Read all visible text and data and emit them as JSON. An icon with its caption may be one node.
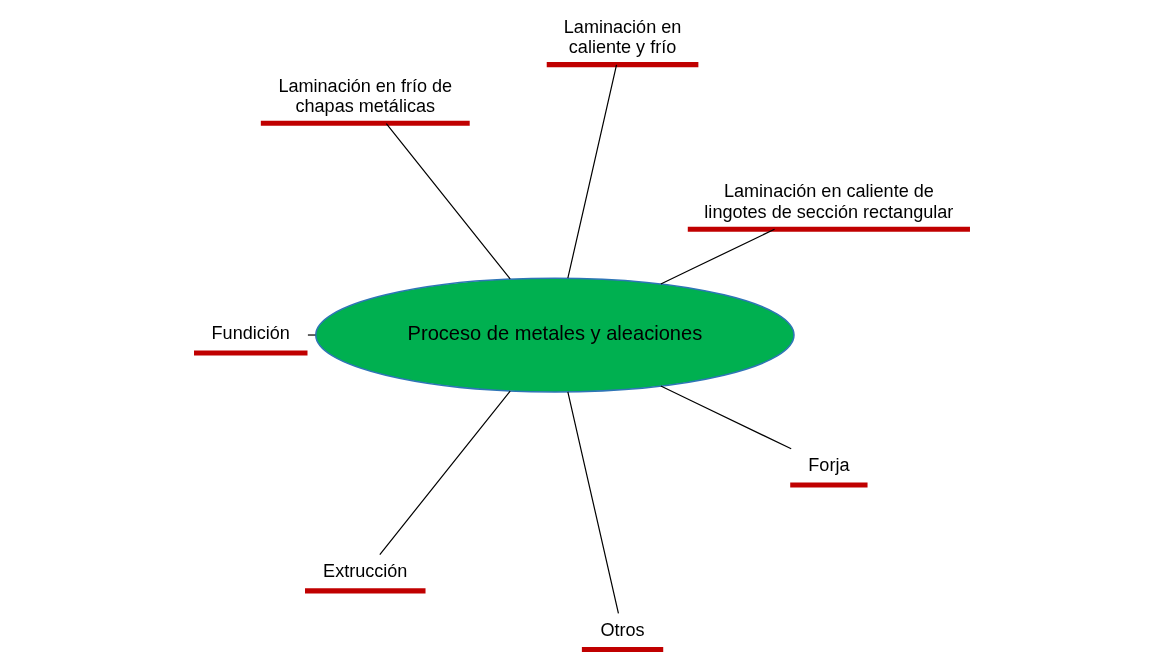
{
  "diagram": {
    "nodes": [
      {
        "text": [
          "Proceso de metales y aleaciones"
        ]
      },
      {
        "text": [
          "Laminación en caliente de lingotes de sección rectangular"
        ]
      },
      {
        "text": [
          "Laminación en caliente y frío"
        ]
      },
      {
        "text": [
          "Laminación en frío de chapas metálicas"
        ]
      },
      {
        "text": [
          "Fundición"
        ]
      },
      {
        "text": [
          "Extrucción"
        ]
      },
      {
        "text": [
          "Otros"
        ]
      },
      {
        "text": [
          "Forja"
        ]
      }
    ],
    "edges": [
      {
        "from": 0,
        "to": 1,
        "arrow": "none"
      },
      {
        "from": 0,
        "to": 2,
        "arrow": "none"
      },
      {
        "from": 0,
        "to": 3,
        "arrow": "none"
      },
      {
        "from": 0,
        "to": 4,
        "arrow": "none"
      },
      {
        "from": 0,
        "to": 5,
        "arrow": "none"
      },
      {
        "from": 0,
        "to": 6,
        "arrow": "none"
      },
      {
        "from": 0,
        "to": 7,
        "arrow": "none"
      }
    ]
  }
}
